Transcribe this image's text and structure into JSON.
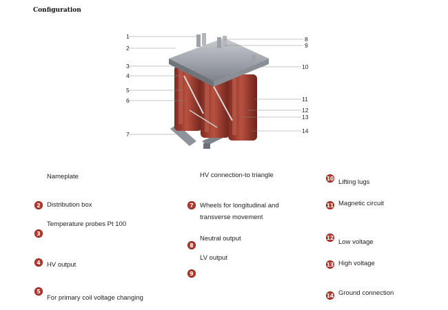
{
  "heading": "Configuration",
  "figure": {
    "callouts": [
      "1",
      "2",
      "3",
      "4",
      "5",
      "6",
      "7",
      "8",
      "9",
      "10",
      "11",
      "12",
      "13",
      "14"
    ]
  },
  "list": {
    "col1": {
      "item1": "Nameplate",
      "item2": "Distribution  box",
      "item3": "Temperature probes Pt 100",
      "item4": "HV output",
      "item5": "For primary coil voltage changing"
    },
    "col2": {
      "item6": "HV connection-to triangle",
      "item7_line1": "Wheels for longitudinal and",
      "item7_line2": "transverse movement",
      "item8": "Neutral output",
      "item9": "LV output"
    },
    "col3": {
      "item10": "Lifting  lugs",
      "item11": "Magnetic circuit",
      "item12": "Low voltage",
      "item13": "High voltage",
      "item14": "Ground connection"
    },
    "badges": {
      "b2": "2",
      "b3": "3",
      "b4": "4",
      "b5": "5",
      "b7": "7",
      "b8": "8",
      "b9": "9",
      "b10": "10",
      "b11": "11",
      "b12": "12",
      "b13": "13",
      "b14": "14"
    }
  },
  "colors": {
    "badge": "#b73a2f",
    "coil": "#a84234",
    "frame": "#8f949c"
  }
}
